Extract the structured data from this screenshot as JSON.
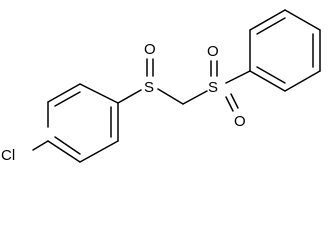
{
  "atoms": {
    "chlorine": "Cl",
    "sulfinyl_sulfur": "S",
    "sulfinyl_oxygen": "O",
    "sulfonyl_sulfur": "S",
    "sulfonyl_oxygen_top": "O",
    "sulfonyl_oxygen_bottom": "O"
  },
  "colors": {
    "bond": "#000000",
    "label": "#000000",
    "background": "#ffffff"
  }
}
